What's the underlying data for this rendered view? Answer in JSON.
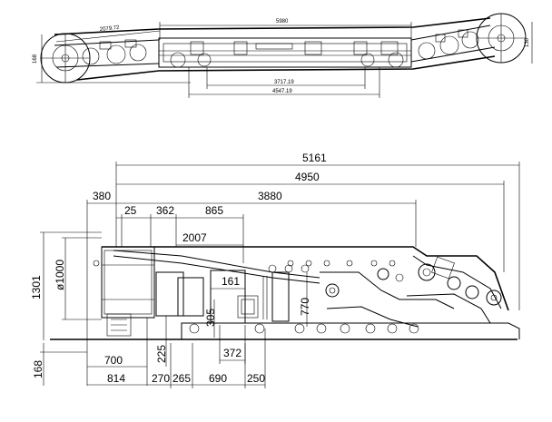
{
  "side_view": {
    "dims": {
      "length_5980": "5980",
      "upper_2079": "2079.72",
      "inner_3717": "3717.19",
      "inner_4547": "4547.19",
      "height_168": "168",
      "height_130": "130"
    }
  },
  "front_view": {
    "dims": {
      "d_5161": "5161",
      "d_4950": "4950",
      "d_3880": "3880",
      "d_380": "380",
      "d_25": "25",
      "d_362": "362",
      "d_865": "865",
      "d_2007": "2007",
      "d_1301": "1301",
      "d_phi1000": "ø1000",
      "d_161": "161",
      "d_305": "305",
      "d_770": "770",
      "d_372": "372",
      "d_225": "225",
      "d_700": "700",
      "d_168": "168",
      "d_814": "814",
      "d_270": "270",
      "d_265": "265",
      "d_690": "690",
      "d_250": "250"
    }
  }
}
